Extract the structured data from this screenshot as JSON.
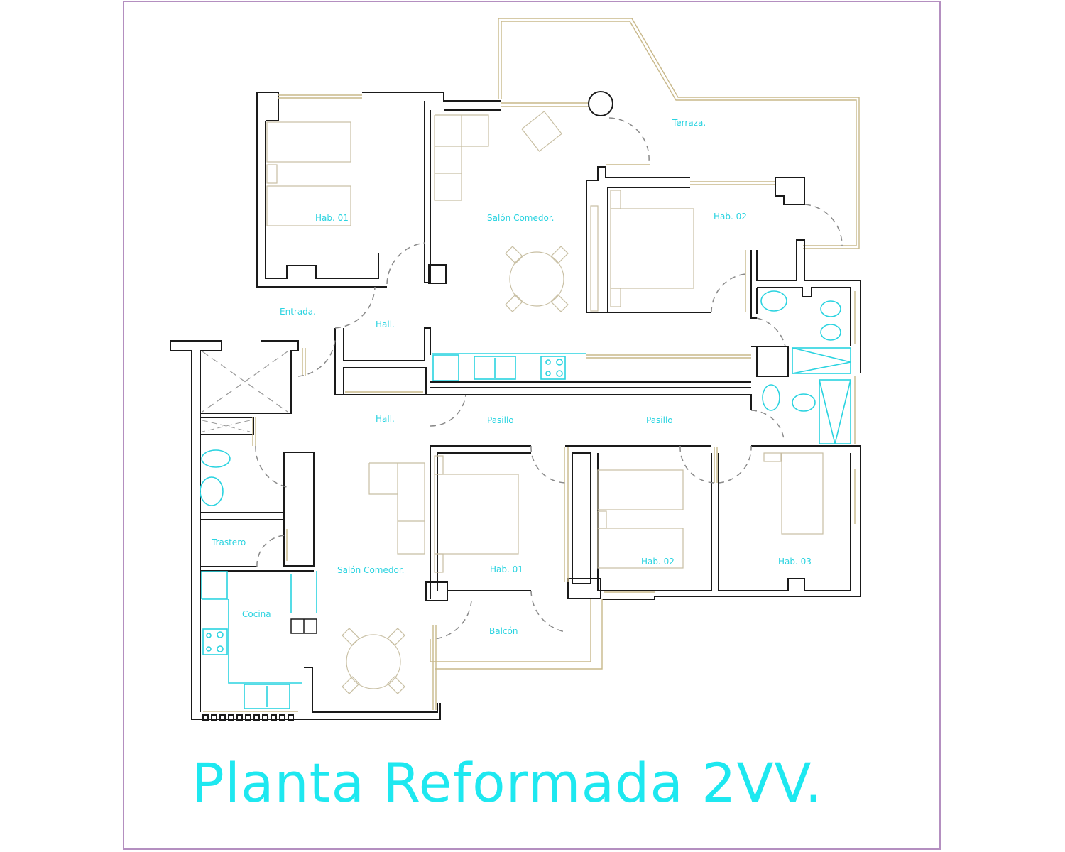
{
  "title": "Planta Reformada 2VV.",
  "colors": {
    "label": "#2ad3e0",
    "title": "#1ee8f0",
    "walls": "#1a1a1a",
    "windows": "#c8b88a",
    "furniture": "#c8bfa3",
    "frame": "#b48fc0"
  },
  "upper_unit": {
    "rooms": [
      {
        "id": "hab01",
        "label": "Hab. 01"
      },
      {
        "id": "salon",
        "label": "Salón Comedor."
      },
      {
        "id": "terraza",
        "label": "Terraza."
      },
      {
        "id": "hab02",
        "label": "Hab. 02"
      },
      {
        "id": "entrada",
        "label": "Entrada."
      },
      {
        "id": "hall",
        "label": "Hall."
      }
    ]
  },
  "lower_unit": {
    "rooms": [
      {
        "id": "hall",
        "label": "Hall."
      },
      {
        "id": "pasillo1",
        "label": "Pasillo"
      },
      {
        "id": "pasillo2",
        "label": "Pasillo"
      },
      {
        "id": "trastero",
        "label": "Trastero"
      },
      {
        "id": "salon",
        "label": "Salón Comedor."
      },
      {
        "id": "cocina",
        "label": "Cocina"
      },
      {
        "id": "hab01",
        "label": "Hab. 01"
      },
      {
        "id": "hab02",
        "label": "Hab. 02"
      },
      {
        "id": "hab03",
        "label": "Hab. 03"
      },
      {
        "id": "balcon",
        "label": "Balcón"
      }
    ]
  }
}
